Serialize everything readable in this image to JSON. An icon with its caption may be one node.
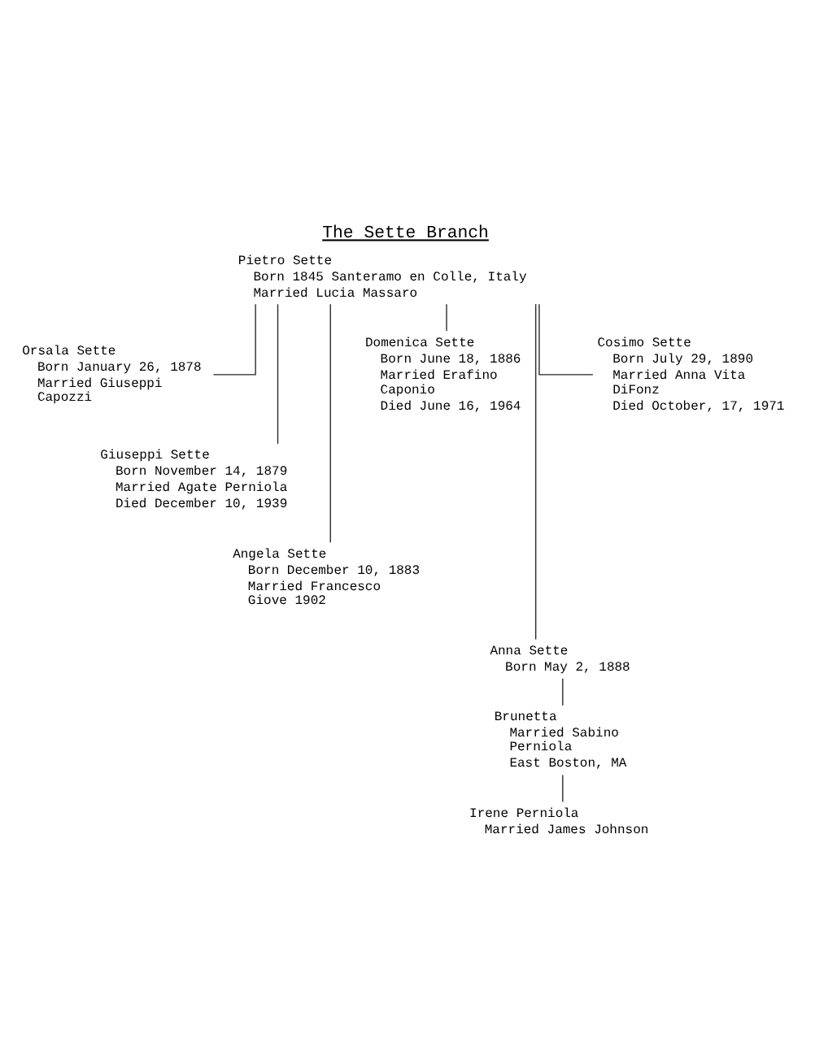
{
  "diagram": {
    "title": "The Sette Branch",
    "nodes": [
      {
        "text": [
          "Pietro Sette",
          "Born 1845 Santeramo en Colle, Italy",
          "Married Lucia Massaro"
        ]
      },
      {
        "text": [
          "Orsala Sette",
          "Born January 26, 1878",
          "Married Giuseppi Capozzi"
        ]
      },
      {
        "text": [
          "Domenica Sette",
          "Born June 18, 1886",
          "Married Erafino Caponio",
          "Died June 16, 1964"
        ]
      },
      {
        "text": [
          "Cosimo Sette",
          "Born July 29, 1890",
          "Married Anna Vita DiFonz",
          "Died October, 17, 1971"
        ]
      },
      {
        "text": [
          "Giuseppi Sette",
          "Born November 14, 1879",
          "Married Agate Perniola",
          "Died December 10, 1939"
        ]
      },
      {
        "text": [
          "Angela Sette",
          "Born December 10, 1883",
          "Married Francesco Giove 1902"
        ]
      },
      {
        "text": [
          "Anna Sette",
          "Born May 2, 1888"
        ]
      },
      {
        "text": [
          "Brunetta",
          "Married Sabino Perniola",
          "East Boston, MA"
        ]
      },
      {
        "text": [
          "Irene Perniola",
          "Married James Johnson"
        ]
      }
    ],
    "edges": [
      {
        "from": 0,
        "to": 1,
        "arrow": "none"
      },
      {
        "from": 0,
        "to": 4,
        "arrow": "none"
      },
      {
        "from": 0,
        "to": 5,
        "arrow": "none"
      },
      {
        "from": 0,
        "to": 2,
        "arrow": "none"
      },
      {
        "from": 0,
        "to": 6,
        "arrow": "none"
      },
      {
        "from": 0,
        "to": 3,
        "arrow": "none"
      },
      {
        "from": 6,
        "to": 7,
        "arrow": "none"
      },
      {
        "from": 7,
        "to": 8,
        "arrow": "none"
      }
    ]
  }
}
